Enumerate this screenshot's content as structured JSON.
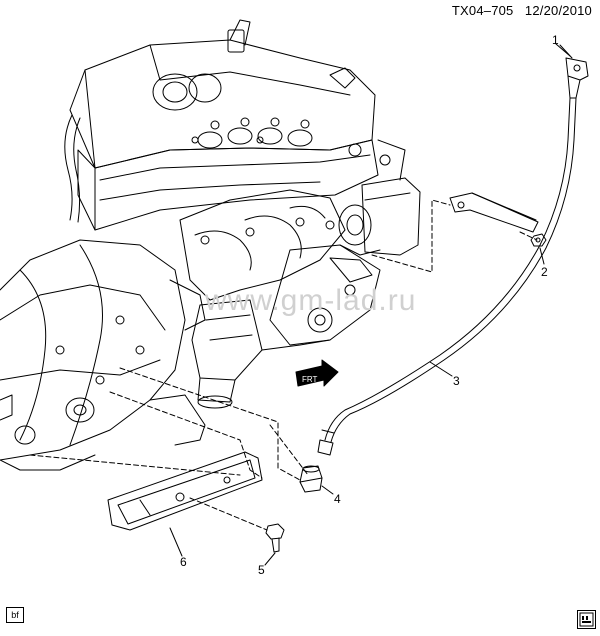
{
  "header": {
    "code": "TX04–705",
    "date": "12/20/2010"
  },
  "watermark": "www.gm-lad.ru",
  "callouts": [
    {
      "id": "1",
      "label": "1"
    },
    {
      "id": "2",
      "label": "2"
    },
    {
      "id": "3",
      "label": "3"
    },
    {
      "id": "4",
      "label": "4"
    },
    {
      "id": "5",
      "label": "5"
    },
    {
      "id": "6",
      "label": "6"
    }
  ],
  "front_arrow_label": "FRT",
  "footer": {
    "view_code": "bf"
  },
  "colors": {
    "line": "#000000",
    "watermark": "#d0d0d0",
    "background": "#ffffff"
  }
}
